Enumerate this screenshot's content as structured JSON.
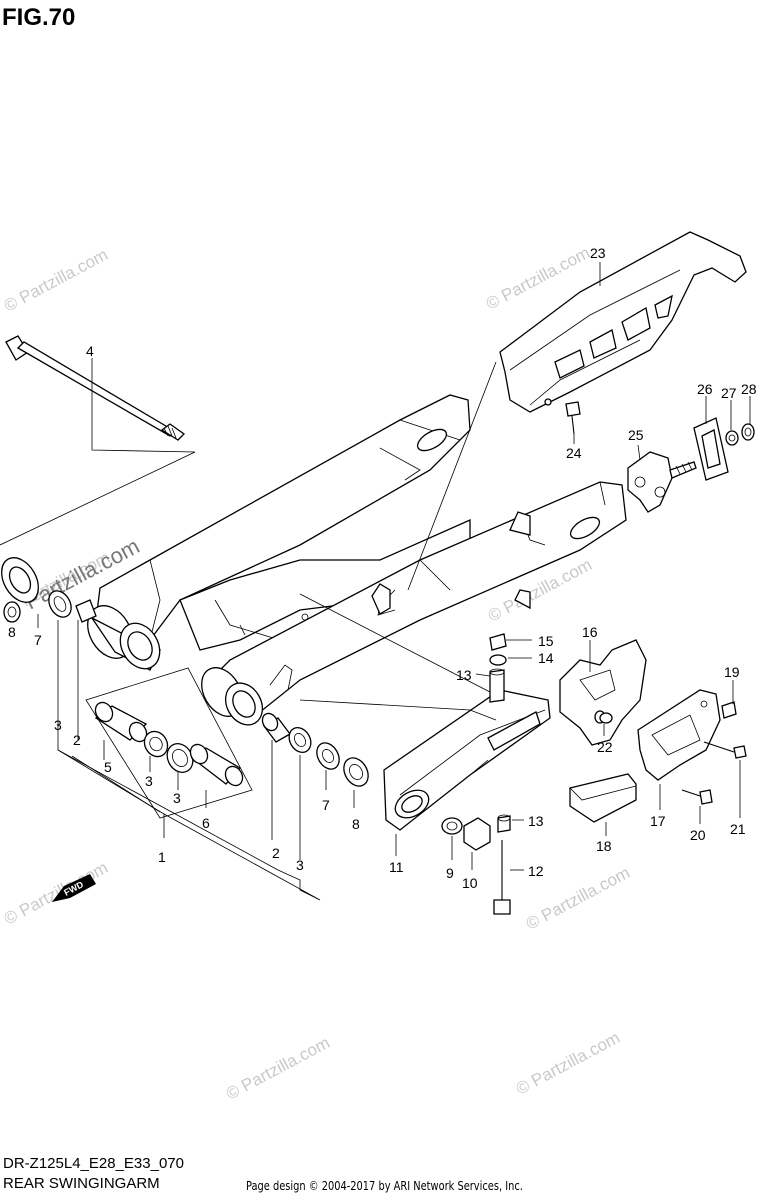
{
  "figure": {
    "title": "FIG.70",
    "model_code": "DR-Z125L4_E28_E33_070",
    "part_title": "REAR SWINGINGARM",
    "credit": "Page design © 2004-2017 by ARI Network Services, Inc.",
    "fwd_label": "FWD"
  },
  "watermarks": [
    "© Partzilla.com",
    "© Partzilla.com",
    "© Partzilla.com",
    "© Partzilla.com",
    "Partzilla.com",
    "© Partzilla.com",
    "© Partzilla.com",
    "© Partzilla.com",
    "© Partzilla.com"
  ],
  "callouts": [
    "1",
    "2",
    "2",
    "3",
    "3",
    "3",
    "3",
    "4",
    "5",
    "6",
    "7",
    "7",
    "8",
    "8",
    "9",
    "10",
    "11",
    "12",
    "13",
    "13",
    "14",
    "15",
    "16",
    "17",
    "18",
    "19",
    "20",
    "21",
    "22",
    "23",
    "24",
    "25",
    "26",
    "27",
    "28"
  ]
}
